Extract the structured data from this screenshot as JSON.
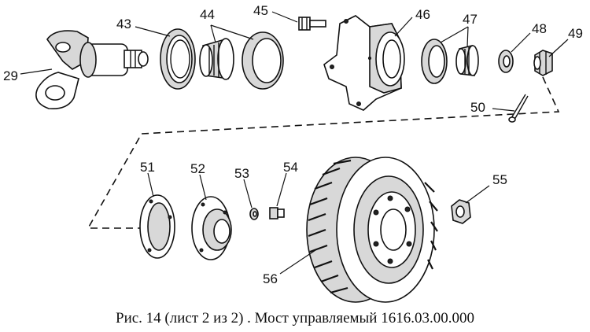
{
  "labels": {
    "p29": "29",
    "p43": "43",
    "p44": "44",
    "p45": "45",
    "p46": "46",
    "p47": "47",
    "p48": "48",
    "p49": "49",
    "p50": "50",
    "p51": "51",
    "p52": "52",
    "p53": "53",
    "p54": "54",
    "p55": "55",
    "p56": "56"
  },
  "caption": "Рис. 14 (лист 2 из 2) . Мост управляемый 1616.03.00.000"
}
